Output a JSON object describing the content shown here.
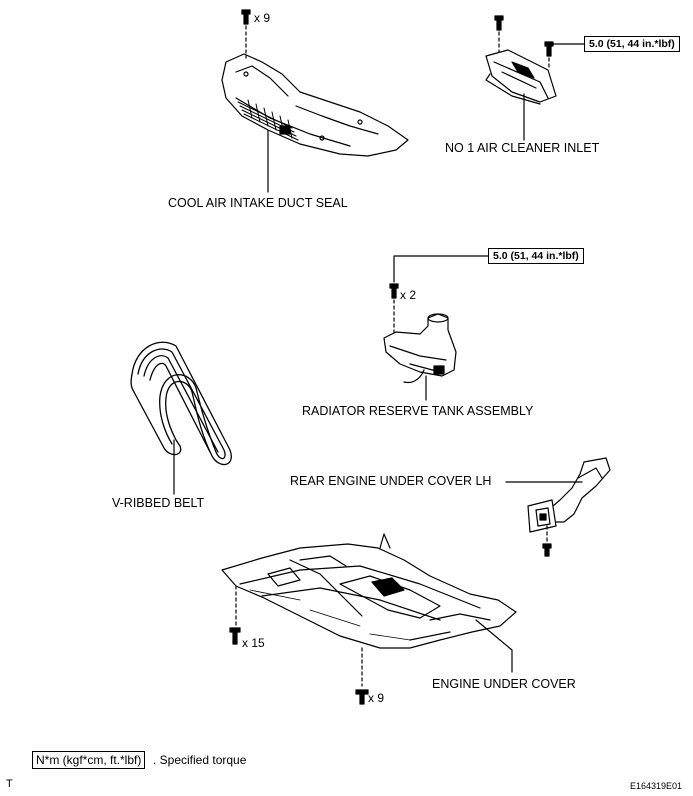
{
  "parts": {
    "cool_air_seal": "COOL AIR INTAKE DUCT SEAL",
    "air_cleaner_inlet": "NO  1 AIR CLEANER INLET",
    "reserve_tank": "RADIATOR RESERVE TANK ASSEMBLY",
    "v_belt": "V-RIBBED BELT",
    "rear_under_cover": "REAR ENGINE UNDER COVER LH",
    "engine_under_cover": "ENGINE UNDER COVER"
  },
  "counts": {
    "seal_clips": "x 9",
    "tank_bolts": "x 2",
    "cover_clips": "x 15",
    "cover_bolts": "x 9"
  },
  "torque": {
    "inlet": "5.0 (51, 44 in.*lbf)",
    "tank": "5.0 (51, 44 in.*lbf)"
  },
  "legend": {
    "unit": "N*m (kgf*cm, ft.*lbf)",
    "text": ". Specified torque"
  },
  "footer": {
    "left": "T",
    "code": "E164319E01"
  }
}
